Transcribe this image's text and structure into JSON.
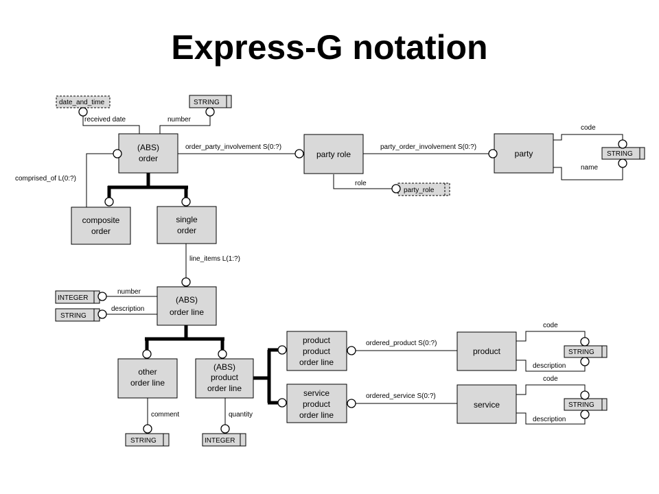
{
  "title": "Express-G notation",
  "entities": {
    "order": [
      "(ABS)",
      "order"
    ],
    "party_role": [
      "party role"
    ],
    "party": [
      "party"
    ],
    "composite_order": [
      "composite",
      "order"
    ],
    "single_order": [
      "single",
      "order"
    ],
    "order_line": [
      "(ABS)",
      "order line"
    ],
    "other_order_line": [
      "other",
      "order line"
    ],
    "product_order_line": [
      "(ABS)",
      "product",
      "order line"
    ],
    "product_product_order_line": [
      "product",
      "product",
      "order line"
    ],
    "service_product_order_line": [
      "service",
      "product",
      "order line"
    ],
    "product": [
      "product"
    ],
    "service": [
      "service"
    ]
  },
  "types": {
    "date_and_time": "date_and_time",
    "string_number": "STRING",
    "party_role_type": "party_role",
    "string_party": "STRING",
    "integer_number": "INTEGER",
    "string_description": "STRING",
    "string_comment": "STRING",
    "integer_quantity": "INTEGER",
    "string_product": "STRING",
    "string_service": "STRING"
  },
  "labels": {
    "received_date": "received date",
    "number_order": "number",
    "order_party_involvement": "order_party_involvement S(0:?)",
    "party_order_involvement": "party_order_involvement S(0:?)",
    "code_party": "code",
    "name_party": "name",
    "role": "role",
    "comprised_of": "comprised_of L(0:?)",
    "line_items": "line_items L(1:?)",
    "number_line": "number",
    "description_line": "description",
    "comment": "comment",
    "quantity": "quantity",
    "ordered_product": "ordered_product S(0:?)",
    "ordered_service": "ordered_service S(0:?)",
    "code_product": "code",
    "description_product": "description",
    "code_service": "code",
    "description_service": "description"
  }
}
